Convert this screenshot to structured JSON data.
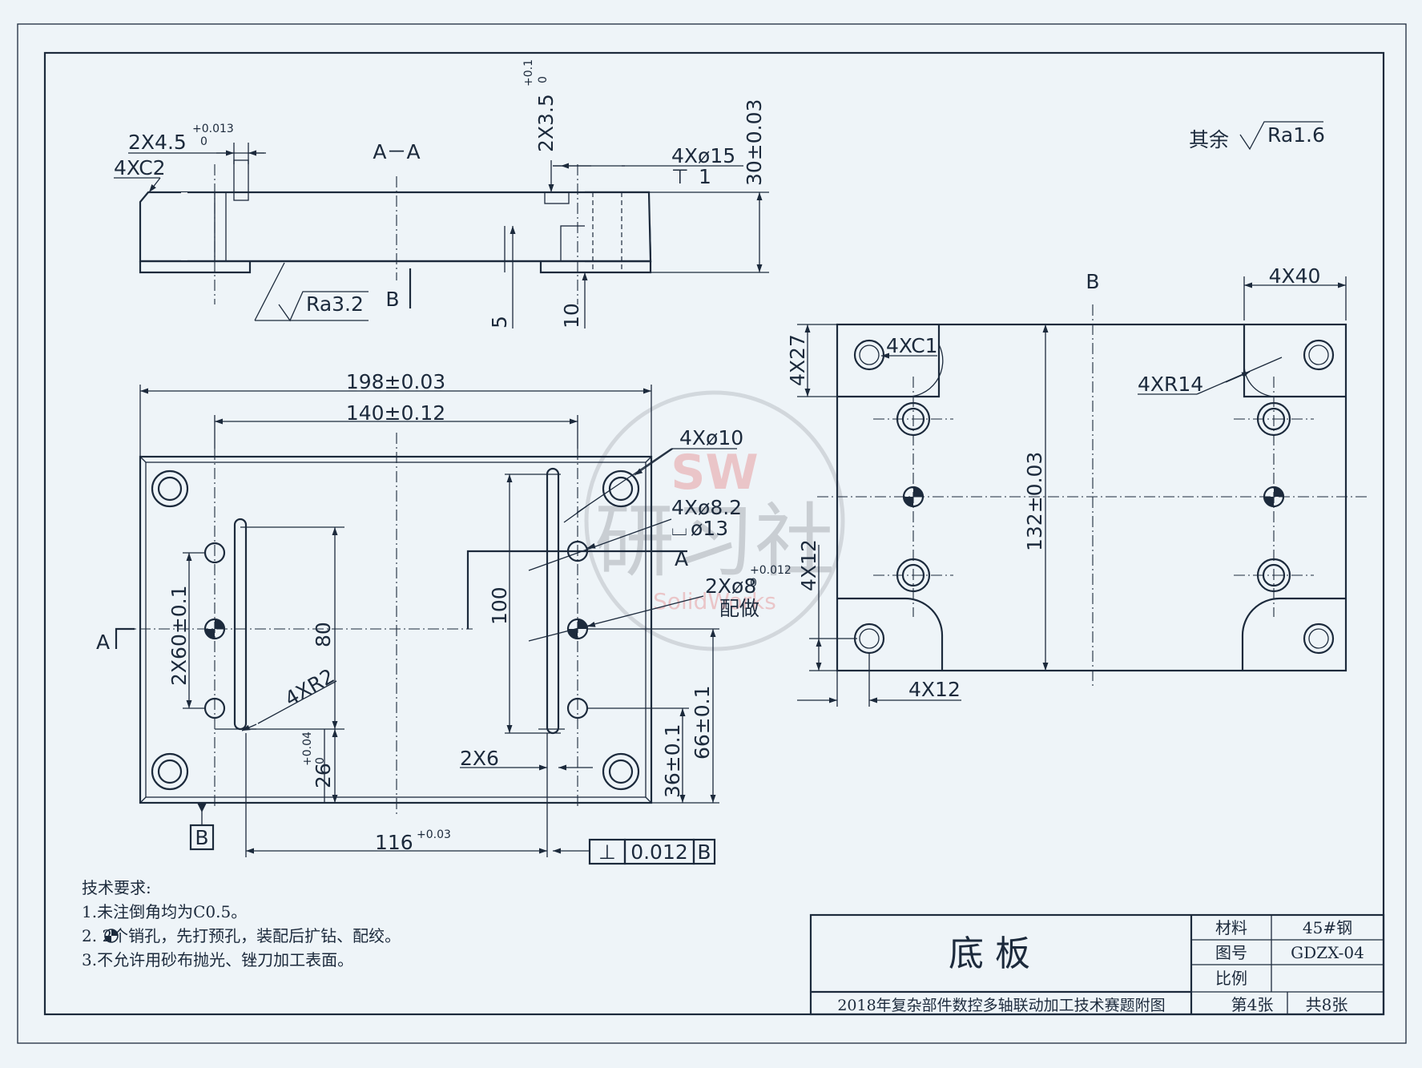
{
  "drawing": {
    "part_name": "底  板",
    "competition_title": "2018年复杂部件数控多轴联动加工技术赛题附图",
    "material_label": "材料",
    "material_value": "45#钢",
    "drawing_no_label": "图号",
    "drawing_no_value": "GDZX-04",
    "scale_label": "比例",
    "scale_value": "",
    "sheet_no": "第4张",
    "sheet_total": "共8张"
  },
  "roughness": {
    "general_prefix": "其余",
    "general_value": "Ra1.6",
    "bottom_value": "Ra3.2"
  },
  "section_view": {
    "title": "A－A",
    "datum_b": "B",
    "dims": {
      "chamfer_c2": "4XC2",
      "slot_depth": "2X4.5",
      "slot_depth_tol_upper": "+0.013",
      "slot_depth_tol_lower": "0",
      "pin_depth": "2X3.5",
      "pin_depth_tol_upper": "+0.1",
      "pin_depth_tol_lower": "0",
      "cbore_dia": "4Xø15",
      "cbore_depth": "1",
      "height": "30±0.03",
      "dim_5": "5",
      "dim_10": "10"
    }
  },
  "top_view": {
    "section_mark_a": "A",
    "datum_label": "B",
    "dims": {
      "length_total": "198±0.03",
      "length_holes": "140±0.12",
      "holes_4x10": "4Xø10",
      "holes_4x82": "4Xø8.2",
      "cbore_13": "ø13",
      "pins_2x8": "2Xø8",
      "pins_2x8_tol_upper": "+0.012",
      "pins_2x8_tol_lower": "0",
      "pins_match": "配做",
      "slot_spacing": "2X60±0.1",
      "slot_len_80": "80",
      "slot_len_100": "100",
      "radius_4xr2": "4XR2",
      "dim_26": "26",
      "dim_26_tol_upper": "+0.04",
      "dim_26_tol_lower": "0",
      "slot_width": "2X6",
      "dim_66": "66±0.1",
      "dim_36": "36±0.1",
      "dim_116": "116",
      "dim_116_tol": "+0.03",
      "perp_value": "0.012",
      "perp_datum": "B"
    }
  },
  "bottom_view": {
    "title": "B",
    "dims": {
      "width_40": "4X40",
      "height_27": "4X27",
      "chamfer_c1": "4XC1",
      "radius_r14": "4XR14",
      "height_132": "132±0.03",
      "dim_12_v": "4X12",
      "dim_12_h": "4X12"
    }
  },
  "tech_requirements": {
    "title": "技术要求:",
    "items": [
      "1.未注倒角均为C0.5。",
      "2. 2个销孔，先打预孔，装配后扩钻、配绞。",
      "3.不允许用砂布抛光、锉刀加工表面。"
    ]
  },
  "watermark": {
    "logo": "SW",
    "name": "研习社",
    "sub": "SolidWorks"
  }
}
